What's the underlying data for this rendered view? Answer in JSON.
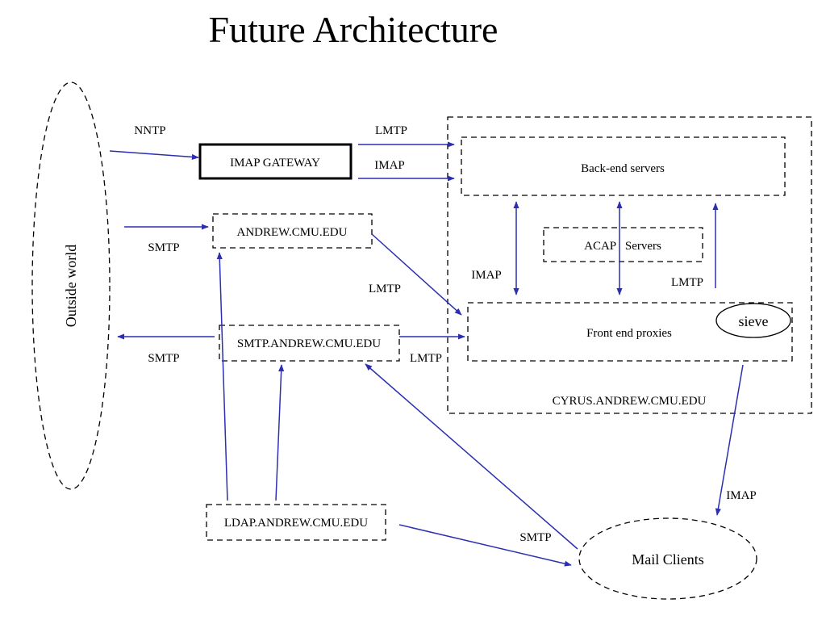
{
  "title": "Future Architecture",
  "colors": {
    "arrow": "#2b2fb0",
    "line": "#000000",
    "background": "#ffffff"
  },
  "nodes": {
    "outside_world": "Outside world",
    "imap_gateway": "IMAP GATEWAY",
    "andrew_cmu_edu": "ANDREW.CMU.EDU",
    "smtp_andrew": "SMTP.ANDREW.CMU.EDU",
    "ldap_andrew": "LDAP.ANDREW.CMU.EDU",
    "backend_servers": "Back-end servers",
    "acap_servers": "ACAP   Servers",
    "frontend_proxies": "Front end proxies",
    "sieve": "sieve",
    "cyrus": "CYRUS.ANDREW.CMU.EDU",
    "mail_clients": "Mail Clients"
  },
  "edge_labels": {
    "nntp": "NNTP",
    "lmtp_top": "LMTP",
    "imap_top": "IMAP",
    "smtp_in": "SMTP",
    "lmtp_mid": "LMTP",
    "smtp_out": "SMTP",
    "lmtp_smtp": "LMTP",
    "imap_backend": "IMAP",
    "lmtp_backend": "LMTP",
    "imap_clients": "IMAP",
    "smtp_clients": "SMTP"
  }
}
